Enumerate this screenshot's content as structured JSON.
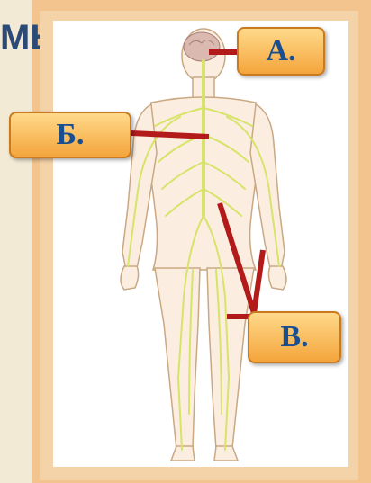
{
  "heading": "МЫ:",
  "labels": {
    "a": "А.",
    "b": "Б.",
    "v": "В."
  },
  "colors": {
    "pointer": "#b31b1b",
    "nerves": "#d8e36a",
    "body_outline": "#c9a883",
    "label_text": "#1b4e8e"
  }
}
